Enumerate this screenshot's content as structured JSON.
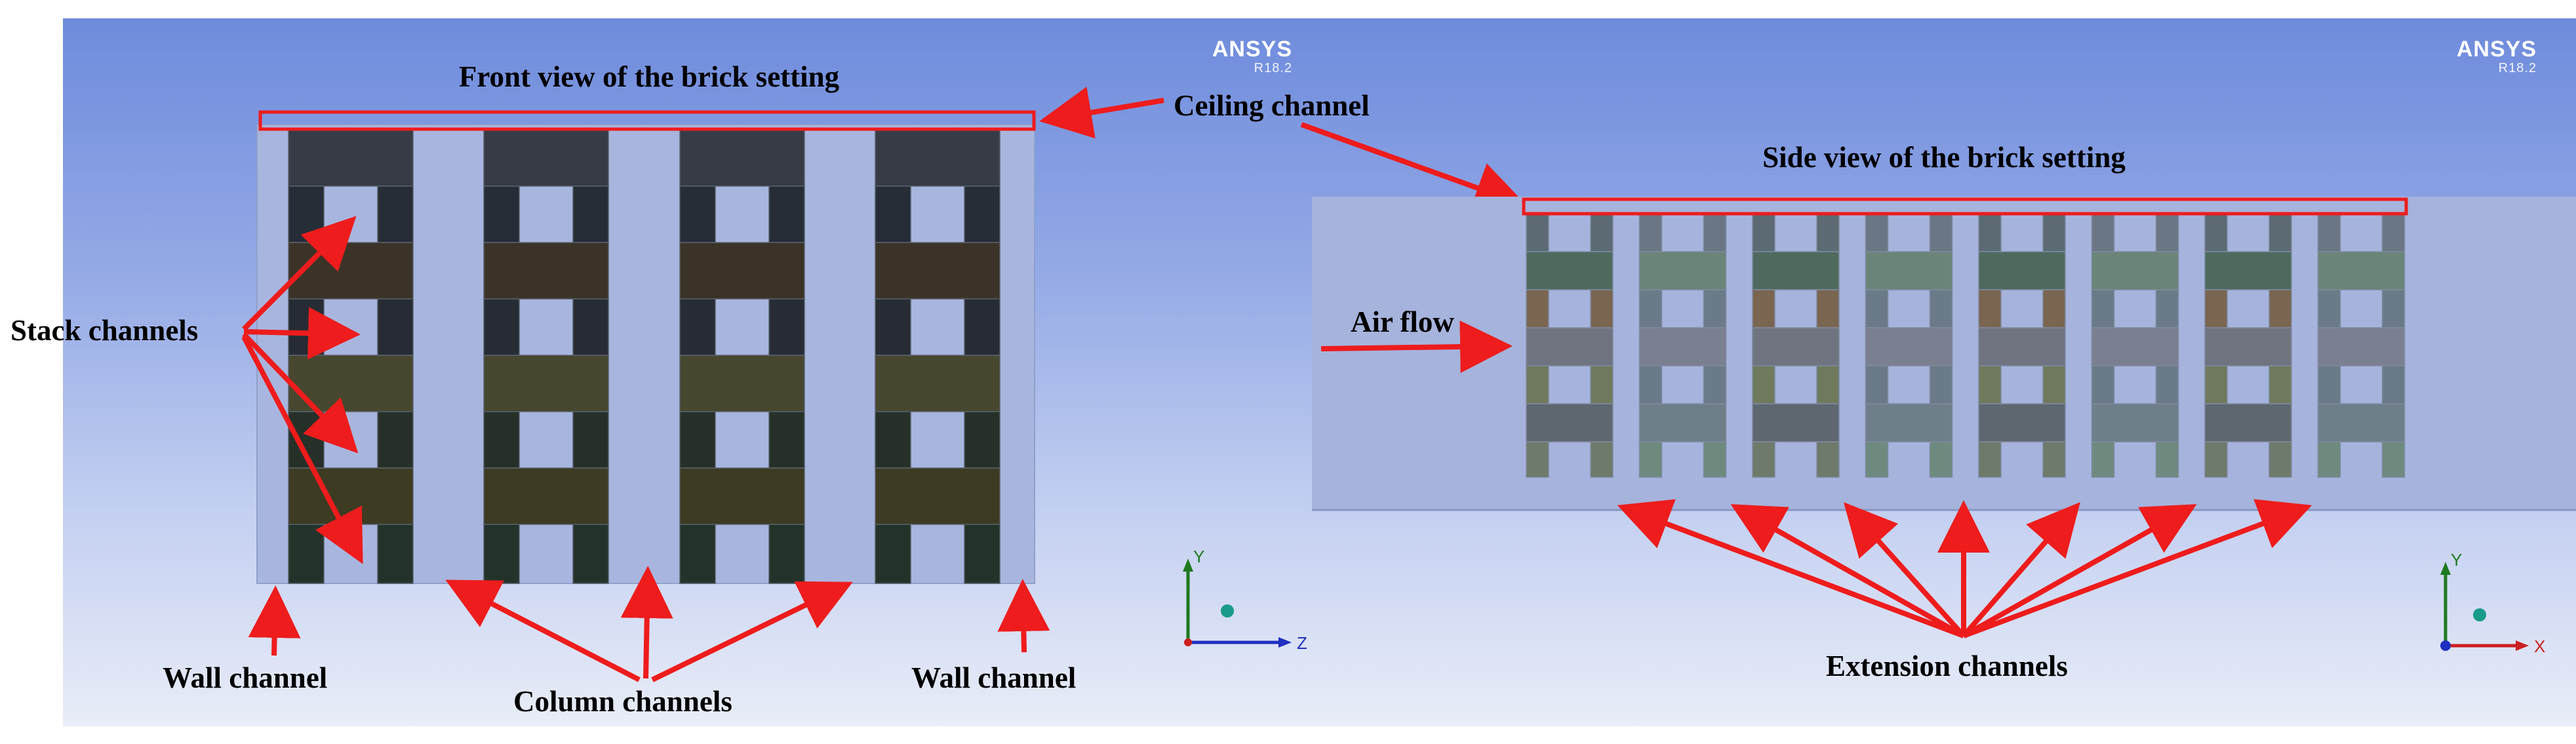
{
  "front": {
    "title": "Front view of the brick setting",
    "ansys_logo": "ANSYS",
    "ansys_version": "R18.2",
    "axes": {
      "vertical": "Y",
      "horizontal": "Z"
    }
  },
  "side": {
    "title": "Side view of the brick setting",
    "ansys_logo": "ANSYS",
    "ansys_version": "R18.2",
    "axes": {
      "vertical": "Y",
      "horizontal": "X"
    }
  },
  "labels": {
    "ceiling_channel": "Ceiling channel",
    "stack_channels": "Stack channels",
    "wall_channel_left": "Wall channel",
    "column_channels": "Column channels",
    "wall_channel_right": "Wall channel",
    "air_flow": "Air flow",
    "extension_channels": "Extension channels"
  },
  "colors": {
    "annotation_red": "#ee1c1c",
    "brick_dark": "#3a3f4a",
    "brick_brown": "#3d3528",
    "brick_olive": "#4a4a30",
    "brick_green": "#2a3a30",
    "axis_y": "#1f7a1f",
    "axis_x": "#cc1f1f",
    "axis_z": "#1f2fbf"
  }
}
